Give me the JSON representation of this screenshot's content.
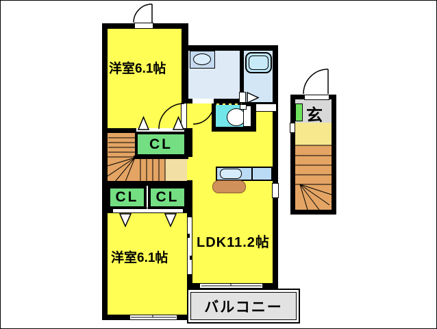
{
  "title": "apartment-floor-plan",
  "floorplan": {
    "rooms": {
      "bedroom_top": {
        "label": "洋室6.1帖"
      },
      "bedroom_bottom": {
        "label": "洋室6.1帖"
      },
      "ldk": {
        "label": "LDK11.2帖"
      },
      "closet_hall": {
        "label": "CL"
      },
      "closet_bottom_left": {
        "label": "CL"
      },
      "closet_bottom_right": {
        "label": "CL"
      },
      "entrance": {
        "label": "玄"
      },
      "balcony": {
        "label": "バルコニー"
      }
    },
    "fixtures": [
      "toilet-icon",
      "bathtub-icon",
      "washbasin-icon",
      "kitchen-sink-icon",
      "kitchen-counter",
      "kitchen-base-cabinet",
      "staircase-main",
      "staircase-entrance",
      "entry-door-swing",
      "room-door-swing",
      "closet-folding-door-markers",
      "sliding-window",
      "balcony-deck"
    ],
    "colors": {
      "room_yellow": "#FEFE54",
      "closet_green": "#73DF82",
      "shoe_cabinet_green": "#70E35E",
      "toilet_cyan": "#73E6EA",
      "washroom_blue": "#DEEBF7",
      "washbasin_blue": "#C5DAF0",
      "bath_blue": "#D3E6F5",
      "bathtub_blue": "#BCE4F6",
      "kitchen_counter_blue": "#BBDAF3",
      "kitchen_base_tan": "#D0915A",
      "stair_orange": "#E3A464",
      "stair_landing_tan": "#F2DFA4",
      "entry_landing_yellow": "#F7E88E",
      "entrance_gray": "#D8D8D8",
      "balcony_gray": "#E2E2E2",
      "wall_black": "#000000"
    }
  }
}
